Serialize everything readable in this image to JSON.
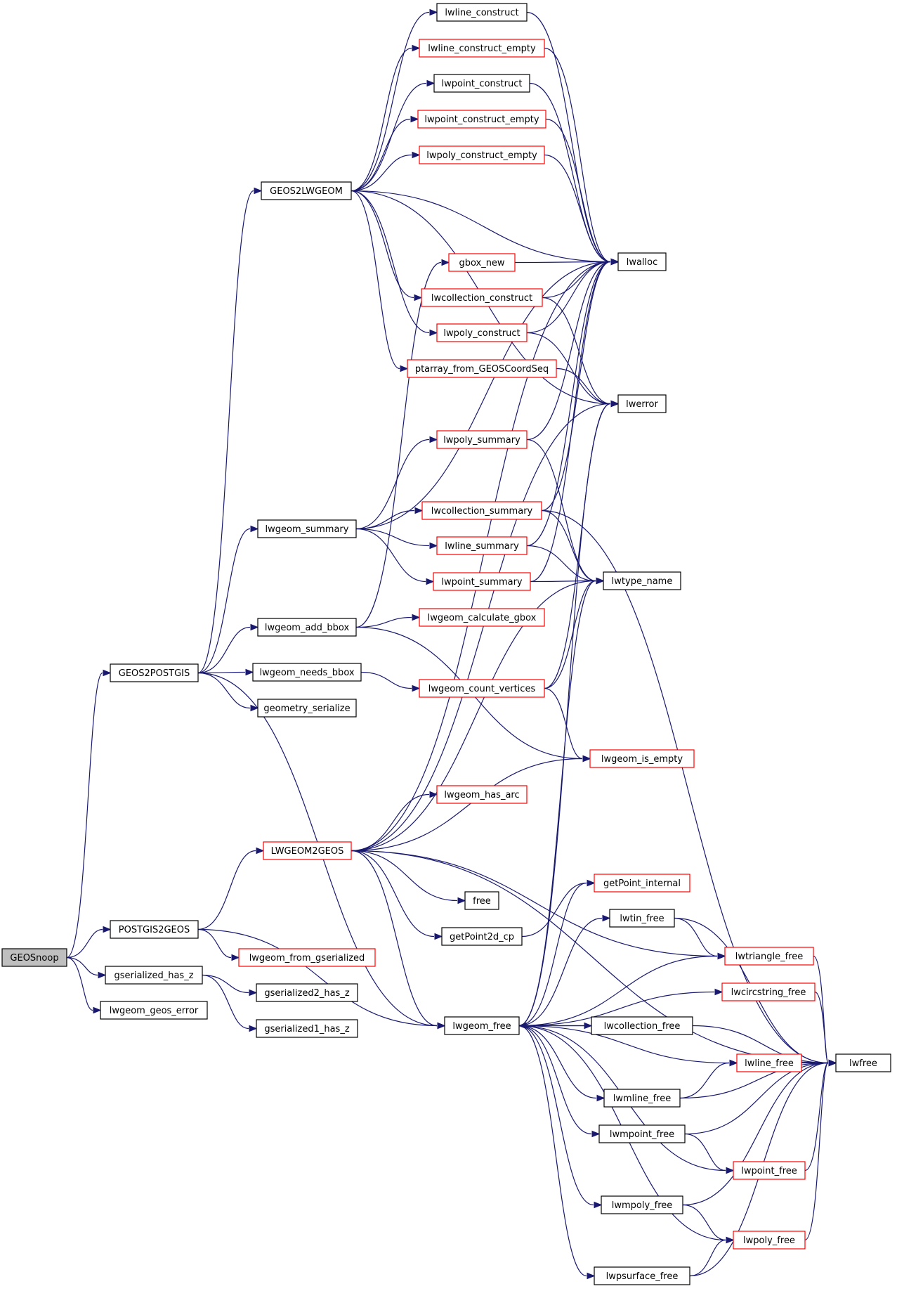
{
  "colors": {
    "edge": "#191970",
    "node_border_normal": "#000000",
    "node_border_truncated": "#ff0000",
    "node_fill": "#ffffff",
    "root_fill": "#bfbfbf"
  },
  "nodes": [
    {
      "id": "geossnoop",
      "label": "GEOSnoop",
      "style": "root"
    },
    {
      "id": "geos2postgis",
      "label": "GEOS2POSTGIS",
      "style": "normal"
    },
    {
      "id": "postgis2geos",
      "label": "POSTGIS2GEOS",
      "style": "normal"
    },
    {
      "id": "gserialized_has_z",
      "label": "gserialized_has_z",
      "style": "normal"
    },
    {
      "id": "lwgeom_geos_error",
      "label": "lwgeom_geos_error",
      "style": "normal"
    },
    {
      "id": "geos2lwgeom",
      "label": "GEOS2LWGEOM",
      "style": "normal"
    },
    {
      "id": "lwgeom_summary",
      "label": "lwgeom_summary",
      "style": "normal"
    },
    {
      "id": "lwgeom_add_bbox",
      "label": "lwgeom_add_bbox",
      "style": "normal"
    },
    {
      "id": "lwgeom_needs_bbox",
      "label": "lwgeom_needs_bbox",
      "style": "normal"
    },
    {
      "id": "geometry_serialize",
      "label": "geometry_serialize",
      "style": "normal"
    },
    {
      "id": "lwgeom2geos",
      "label": "LWGEOM2GEOS",
      "style": "truncated"
    },
    {
      "id": "lwgeom_from_gserialized",
      "label": "lwgeom_from_gserialized",
      "style": "truncated"
    },
    {
      "id": "gserialized2_has_z",
      "label": "gserialized2_has_z",
      "style": "normal"
    },
    {
      "id": "gserialized1_has_z",
      "label": "gserialized1_has_z",
      "style": "normal"
    },
    {
      "id": "lwline_construct",
      "label": "lwline_construct",
      "style": "normal"
    },
    {
      "id": "lwline_construct_empty",
      "label": "lwline_construct_empty",
      "style": "truncated"
    },
    {
      "id": "lwpoint_construct",
      "label": "lwpoint_construct",
      "style": "normal"
    },
    {
      "id": "lwpoint_construct_empty",
      "label": "lwpoint_construct_empty",
      "style": "truncated"
    },
    {
      "id": "lwpoly_construct_empty",
      "label": "lwpoly_construct_empty",
      "style": "truncated"
    },
    {
      "id": "gbox_new",
      "label": "gbox_new",
      "style": "truncated"
    },
    {
      "id": "lwcollection_construct",
      "label": "lwcollection_construct",
      "style": "truncated"
    },
    {
      "id": "lwpoly_construct",
      "label": "lwpoly_construct",
      "style": "truncated"
    },
    {
      "id": "ptarray_from_geoscoordseq",
      "label": "ptarray_from_GEOSCoordSeq",
      "style": "truncated"
    },
    {
      "id": "lwpoly_summary",
      "label": "lwpoly_summary",
      "style": "truncated"
    },
    {
      "id": "lwcollection_summary",
      "label": "lwcollection_summary",
      "style": "truncated"
    },
    {
      "id": "lwline_summary",
      "label": "lwline_summary",
      "style": "truncated"
    },
    {
      "id": "lwpoint_summary",
      "label": "lwpoint_summary",
      "style": "truncated"
    },
    {
      "id": "lwgeom_calculate_gbox",
      "label": "lwgeom_calculate_gbox",
      "style": "truncated"
    },
    {
      "id": "lwgeom_count_vertices",
      "label": "lwgeom_count_vertices",
      "style": "truncated"
    },
    {
      "id": "lwgeom_has_arc",
      "label": "lwgeom_has_arc",
      "style": "truncated"
    },
    {
      "id": "free",
      "label": "free",
      "style": "normal"
    },
    {
      "id": "getpoint2d_cp",
      "label": "getPoint2d_cp",
      "style": "normal"
    },
    {
      "id": "lwgeom_free",
      "label": "lwgeom_free",
      "style": "normal"
    },
    {
      "id": "lwalloc",
      "label": "lwalloc",
      "style": "normal"
    },
    {
      "id": "lwerror",
      "label": "lwerror",
      "style": "normal"
    },
    {
      "id": "lwtype_name",
      "label": "lwtype_name",
      "style": "normal"
    },
    {
      "id": "lwgeom_is_empty",
      "label": "lwgeom_is_empty",
      "style": "truncated"
    },
    {
      "id": "getpoint_internal",
      "label": "getPoint_internal",
      "style": "truncated"
    },
    {
      "id": "lwtin_free",
      "label": "lwtin_free",
      "style": "normal"
    },
    {
      "id": "lwtriangle_free",
      "label": "lwtriangle_free",
      "style": "truncated"
    },
    {
      "id": "lwcircstring_free",
      "label": "lwcircstring_free",
      "style": "truncated"
    },
    {
      "id": "lwcollection_free",
      "label": "lwcollection_free",
      "style": "normal"
    },
    {
      "id": "lwline_free",
      "label": "lwline_free",
      "style": "truncated"
    },
    {
      "id": "lwmline_free",
      "label": "lwmline_free",
      "style": "normal"
    },
    {
      "id": "lwmpoint_free",
      "label": "lwmpoint_free",
      "style": "normal"
    },
    {
      "id": "lwpoint_free",
      "label": "lwpoint_free",
      "style": "truncated"
    },
    {
      "id": "lwmpoly_free",
      "label": "lwmpoly_free",
      "style": "normal"
    },
    {
      "id": "lwpoly_free",
      "label": "lwpoly_free",
      "style": "truncated"
    },
    {
      "id": "lwpsurface_free",
      "label": "lwpsurface_free",
      "style": "normal"
    },
    {
      "id": "lwfree",
      "label": "lwfree",
      "style": "normal"
    }
  ],
  "edges": [
    [
      "geossnoop",
      "geos2postgis"
    ],
    [
      "geossnoop",
      "postgis2geos"
    ],
    [
      "geossnoop",
      "gserialized_has_z"
    ],
    [
      "geossnoop",
      "lwgeom_geos_error"
    ],
    [
      "geos2postgis",
      "geos2lwgeom"
    ],
    [
      "geos2postgis",
      "lwgeom_summary"
    ],
    [
      "geos2postgis",
      "lwgeom_add_bbox"
    ],
    [
      "geos2postgis",
      "lwgeom_needs_bbox"
    ],
    [
      "geos2postgis",
      "geometry_serialize"
    ],
    [
      "geos2postgis",
      "lwgeom_free"
    ],
    [
      "postgis2geos",
      "lwgeom2geos"
    ],
    [
      "postgis2geos",
      "lwgeom_from_gserialized"
    ],
    [
      "postgis2geos",
      "lwgeom_free"
    ],
    [
      "gserialized_has_z",
      "gserialized2_has_z"
    ],
    [
      "gserialized_has_z",
      "gserialized1_has_z"
    ],
    [
      "geos2lwgeom",
      "lwline_construct"
    ],
    [
      "geos2lwgeom",
      "lwline_construct_empty"
    ],
    [
      "geos2lwgeom",
      "lwpoint_construct"
    ],
    [
      "geos2lwgeom",
      "lwpoint_construct_empty"
    ],
    [
      "geos2lwgeom",
      "lwpoly_construct_empty"
    ],
    [
      "geos2lwgeom",
      "lwalloc"
    ],
    [
      "geos2lwgeom",
      "lwcollection_construct"
    ],
    [
      "geos2lwgeom",
      "lwpoly_construct"
    ],
    [
      "geos2lwgeom",
      "ptarray_from_geoscoordseq"
    ],
    [
      "geos2lwgeom",
      "lwerror"
    ],
    [
      "lwline_construct",
      "lwalloc"
    ],
    [
      "lwline_construct_empty",
      "lwalloc"
    ],
    [
      "lwpoint_construct",
      "lwalloc"
    ],
    [
      "lwpoint_construct_empty",
      "lwalloc"
    ],
    [
      "lwpoly_construct_empty",
      "lwalloc"
    ],
    [
      "gbox_new",
      "lwalloc"
    ],
    [
      "lwcollection_construct",
      "lwalloc"
    ],
    [
      "lwcollection_construct",
      "lwerror"
    ],
    [
      "lwpoly_construct",
      "lwalloc"
    ],
    [
      "lwpoly_construct",
      "lwerror"
    ],
    [
      "ptarray_from_geoscoordseq",
      "lwerror"
    ],
    [
      "lwgeom_summary",
      "lwalloc"
    ],
    [
      "lwgeom_summary",
      "lwpoly_summary"
    ],
    [
      "lwgeom_summary",
      "lwcollection_summary"
    ],
    [
      "lwgeom_summary",
      "lwline_summary"
    ],
    [
      "lwgeom_summary",
      "lwpoint_summary"
    ],
    [
      "lwpoly_summary",
      "lwalloc"
    ],
    [
      "lwpoly_summary",
      "lwtype_name"
    ],
    [
      "lwcollection_summary",
      "lwalloc"
    ],
    [
      "lwcollection_summary",
      "lwtype_name"
    ],
    [
      "lwcollection_summary",
      "lwfree"
    ],
    [
      "lwline_summary",
      "lwalloc"
    ],
    [
      "lwline_summary",
      "lwtype_name"
    ],
    [
      "lwpoint_summary",
      "lwalloc"
    ],
    [
      "lwpoint_summary",
      "lwtype_name"
    ],
    [
      "lwgeom_add_bbox",
      "gbox_new"
    ],
    [
      "lwgeom_add_bbox",
      "lwgeom_calculate_gbox"
    ],
    [
      "lwgeom_add_bbox",
      "lwgeom_is_empty"
    ],
    [
      "lwgeom_needs_bbox",
      "lwgeom_count_vertices"
    ],
    [
      "lwgeom_count_vertices",
      "lwerror"
    ],
    [
      "lwgeom_count_vertices",
      "lwtype_name"
    ],
    [
      "lwgeom_count_vertices",
      "lwgeom_is_empty"
    ],
    [
      "lwgeom2geos",
      "lwalloc"
    ],
    [
      "lwgeom2geos",
      "lwerror"
    ],
    [
      "lwgeom2geos",
      "lwtype_name"
    ],
    [
      "lwgeom2geos",
      "lwgeom_is_empty"
    ],
    [
      "lwgeom2geos",
      "lwgeom_has_arc"
    ],
    [
      "lwgeom2geos",
      "lwfree"
    ],
    [
      "lwgeom2geos",
      "free"
    ],
    [
      "lwgeom2geos",
      "getpoint2d_cp"
    ],
    [
      "lwgeom2geos",
      "lwgeom_free"
    ],
    [
      "lwgeom2geos",
      "lwtriangle_free"
    ],
    [
      "getpoint2d_cp",
      "getpoint_internal"
    ],
    [
      "lwgeom_free",
      "lwerror"
    ],
    [
      "lwgeom_free",
      "lwtype_name"
    ],
    [
      "lwgeom_free",
      "getpoint_internal"
    ],
    [
      "lwgeom_free",
      "lwtin_free"
    ],
    [
      "lwgeom_free",
      "lwtriangle_free"
    ],
    [
      "lwgeom_free",
      "lwcircstring_free"
    ],
    [
      "lwgeom_free",
      "lwcollection_free"
    ],
    [
      "lwgeom_free",
      "lwline_free"
    ],
    [
      "lwgeom_free",
      "lwmline_free"
    ],
    [
      "lwgeom_free",
      "lwmpoint_free"
    ],
    [
      "lwgeom_free",
      "lwpoint_free"
    ],
    [
      "lwgeom_free",
      "lwmpoly_free"
    ],
    [
      "lwgeom_free",
      "lwpoly_free"
    ],
    [
      "lwgeom_free",
      "lwpsurface_free"
    ],
    [
      "lwtin_free",
      "lwtriangle_free"
    ],
    [
      "lwtin_free",
      "lwfree"
    ],
    [
      "lwtriangle_free",
      "lwfree"
    ],
    [
      "lwcircstring_free",
      "lwfree"
    ],
    [
      "lwcollection_free",
      "lwgeom_free"
    ],
    [
      "lwcollection_free",
      "lwfree"
    ],
    [
      "lwline_free",
      "lwfree"
    ],
    [
      "lwmline_free",
      "lwline_free"
    ],
    [
      "lwmline_free",
      "lwfree"
    ],
    [
      "lwmpoint_free",
      "lwpoint_free"
    ],
    [
      "lwmpoint_free",
      "lwfree"
    ],
    [
      "lwpoint_free",
      "lwfree"
    ],
    [
      "lwmpoly_free",
      "lwpoly_free"
    ],
    [
      "lwmpoly_free",
      "lwfree"
    ],
    [
      "lwpoly_free",
      "lwfree"
    ],
    [
      "lwpsurface_free",
      "lwpoly_free"
    ],
    [
      "lwpsurface_free",
      "lwfree"
    ]
  ]
}
